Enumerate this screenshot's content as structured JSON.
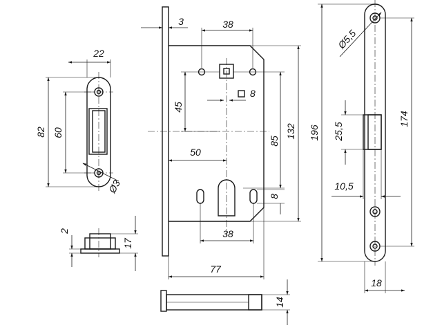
{
  "dimensions": {
    "strike_width": "22",
    "strike_height": "82",
    "strike_hole_spacing": "60",
    "strike_screw_diameter": "Ø3",
    "strike_plate_thickness": "2",
    "strike_depth": "17",
    "faceplate_thickness": "3",
    "top_hole_spacing": "38",
    "spindle_offset": "45",
    "spindle_square": "8",
    "backset": "50",
    "center_distance": "85",
    "case_height": "132",
    "slot_height": "8",
    "bottom_hole_spacing": "38",
    "case_depth": "77",
    "case_thickness": "14",
    "faceplate_height": "196",
    "screw_spacing": "174",
    "latch_window_height": "25,5",
    "latch_window_width": "10,5",
    "faceplate_width": "18",
    "faceplate_screw_diameter": "Ø5,5"
  }
}
